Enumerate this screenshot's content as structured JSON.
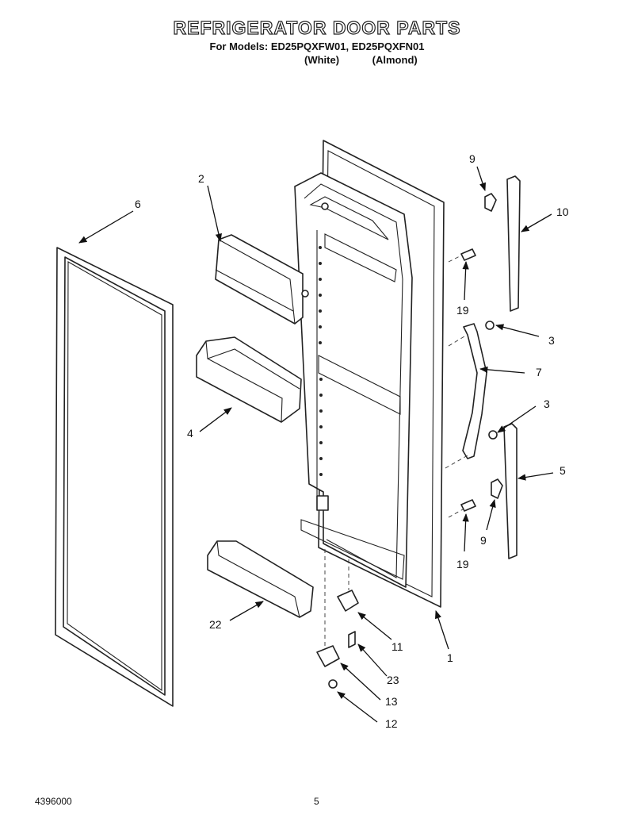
{
  "header": {
    "title": "REFRIGERATOR DOOR PARTS",
    "models": "For Models: ED25PQXFW01, ED25PQXFN01",
    "colors": [
      "(White)",
      "(Almond)"
    ]
  },
  "footer": {
    "doc_number": "4396000",
    "page": "5"
  },
  "callouts": {
    "c1": "1",
    "c2": "2",
    "c3a": "3",
    "c3b": "3",
    "c4": "4",
    "c5": "5",
    "c6": "6",
    "c7": "7",
    "c9a": "9",
    "c9b": "9",
    "c10": "10",
    "c11": "11",
    "c12": "12",
    "c13": "13",
    "c19a": "19",
    "c19b": "19",
    "c22": "22",
    "c23": "23"
  }
}
